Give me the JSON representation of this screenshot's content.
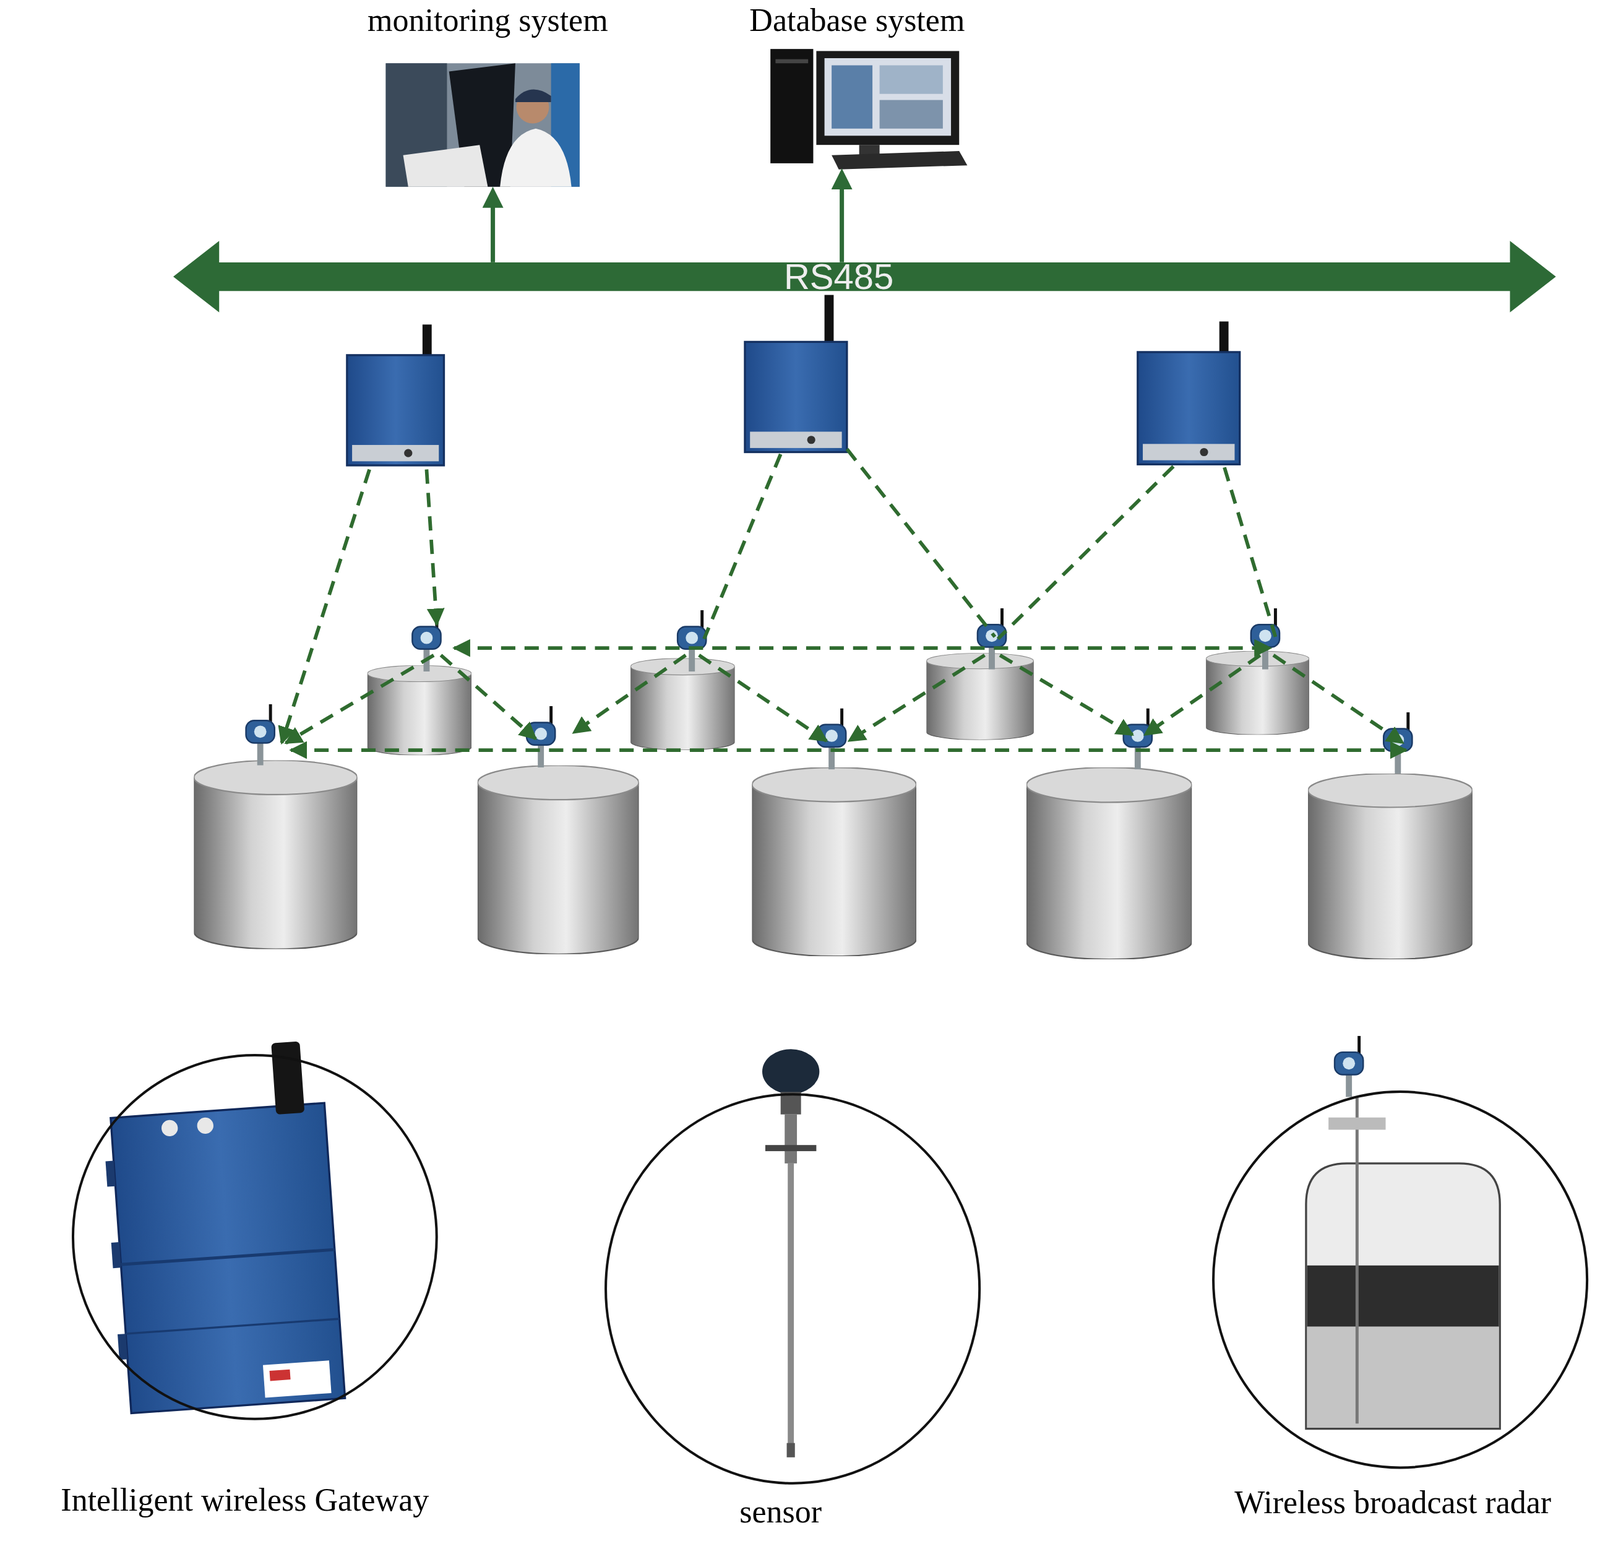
{
  "diagram": {
    "nodes": [
      {
        "text": [
          "monitoring system"
        ]
      },
      {
        "text": [
          "Database system"
        ]
      },
      {
        "text": [
          "RS485"
        ]
      },
      {
        "text": [
          "Intelligent wireless Gateway"
        ]
      },
      {
        "text": [
          "sensor"
        ]
      },
      {
        "text": [
          "Wireless broadcast radar"
        ]
      }
    ],
    "edges": [
      {
        "from": 2,
        "to": 0,
        "arrow": "to"
      },
      {
        "from": 2,
        "to": 1,
        "arrow": "to"
      }
    ]
  }
}
